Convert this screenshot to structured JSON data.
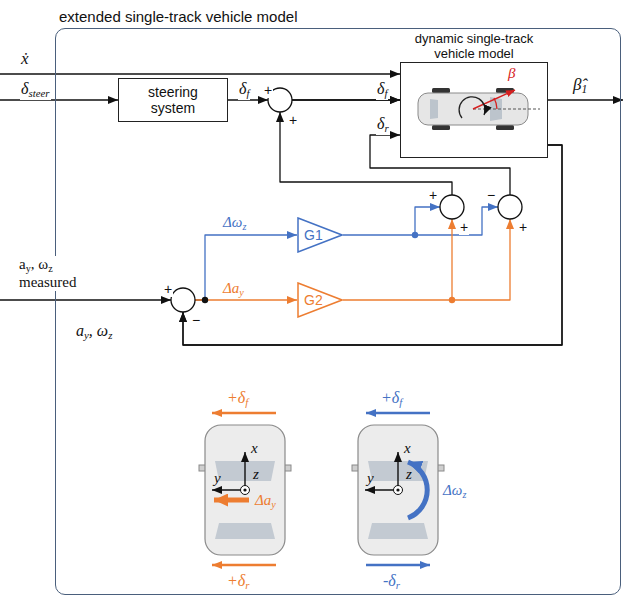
{
  "diagram": {
    "nodes": [
      {
        "text": [
          "extended single-track vehicle model"
        ]
      },
      {
        "text": [
          "steering system"
        ],
        "in": 0
      },
      {
        "text": [
          "dynamic single-track vehicle model"
        ],
        "in": 0
      },
      {
        "text": [
          "G1"
        ],
        "in": 0
      },
      {
        "text": [
          "G2"
        ],
        "in": 0
      }
    ],
    "edges": [
      {
        "from": 1,
        "to": 2,
        "arrow": "to"
      },
      {
        "from": 3,
        "to": 2,
        "arrow": "to"
      },
      {
        "from": 4,
        "to": 2,
        "arrow": "to"
      },
      {
        "from": 2,
        "to": 3,
        "arrow": "to"
      },
      {
        "from": 2,
        "to": 4,
        "arrow": "to"
      }
    ],
    "labels": [
      "ẋ",
      "δsteer",
      "δf",
      "δf",
      "δr",
      "β",
      "β̂1",
      "ay, ωz measured",
      "+",
      "+",
      "Δωz",
      "Δay",
      "+",
      "+",
      "−",
      "+",
      "+",
      "−",
      "ay, ωz",
      "+δf",
      "x",
      "y",
      "Δay",
      "z",
      "+δr",
      "+δf",
      "x",
      "y",
      "Δωz",
      "z",
      "-δr"
    ]
  }
}
